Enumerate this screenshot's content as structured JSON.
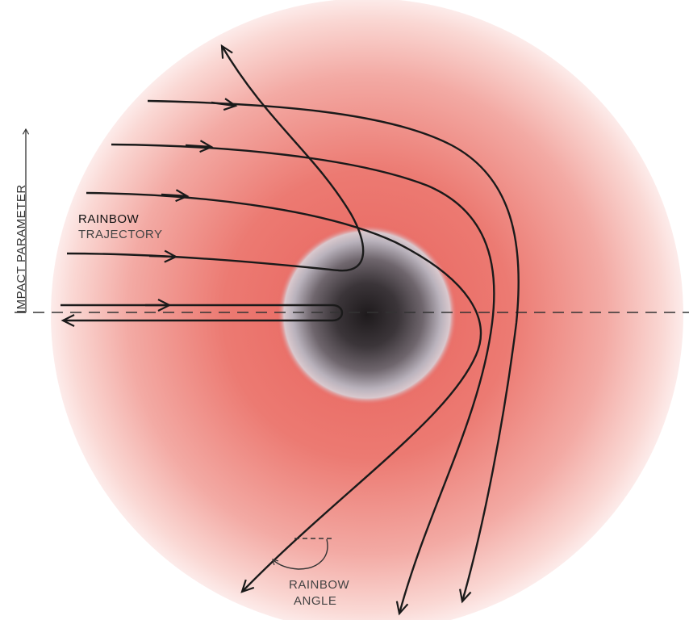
{
  "labels": {
    "impact_parameter": "IMPACT PARAMETER",
    "rainbow_trajectory_line1": "RAINBOW",
    "rainbow_trajectory_line2": "TRAJECTORY",
    "rainbow_angle_line1": "RAINBOW",
    "rainbow_angle_line2": "ANGLE"
  },
  "colors": {
    "halo": "#e8625c",
    "core": "#1e1a1c",
    "core_rim": "#b9b2bc",
    "line": "#1a1a1a",
    "axis_dash": "#333333"
  }
}
